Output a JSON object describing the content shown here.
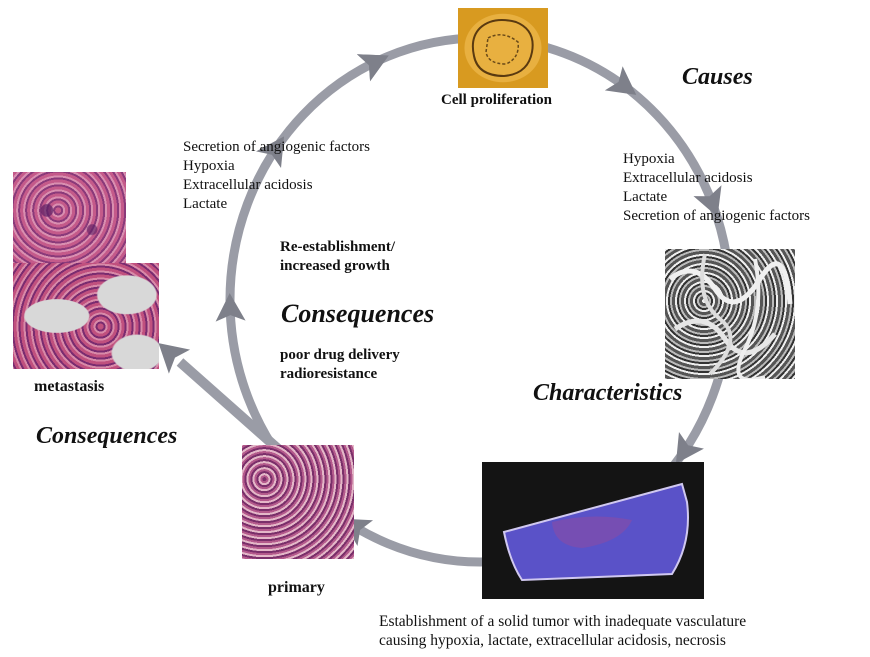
{
  "top_image": {
    "caption": "Cell proliferation"
  },
  "causes": {
    "heading": "Causes",
    "items": [
      "Hypoxia",
      "Extracellular acidosis",
      "Lactate",
      "Secretion of angiogenic factors"
    ]
  },
  "characteristics": {
    "heading": "Characteristics"
  },
  "bottom_caption": {
    "line1": "Establishment of a solid tumor with inadequate vasculature",
    "line2": "causing hypoxia, lactate, extracellular acidosis, necrosis"
  },
  "primary": {
    "label": "primary"
  },
  "metastasis": {
    "label": "metastasis"
  },
  "consequences_outer": {
    "heading": "Consequences"
  },
  "inner": {
    "factors": [
      "Secretion of angiogenic factors",
      "Hypoxia",
      "Extracellular acidosis",
      "Lactate"
    ],
    "reestablishment_line1": "Re-establishment/",
    "reestablishment_line2": "increased growth",
    "consequences_heading": "Consequences",
    "effects": [
      "poor drug delivery",
      "radioresistance"
    ]
  },
  "colors": {
    "cycle_arrow": "#9a9ca6",
    "cycle_arrow_dark": "#7e808a",
    "cell_image": "#e0a830",
    "tumor_section": "#5a52c8",
    "tumor_edge": "#d0c8f0"
  }
}
